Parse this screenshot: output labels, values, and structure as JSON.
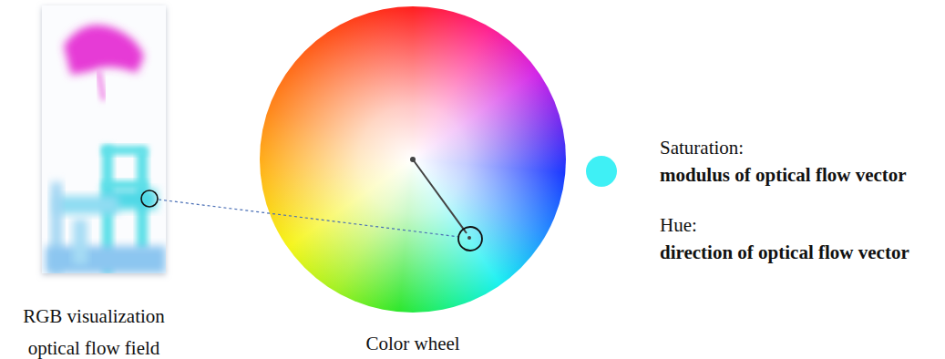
{
  "diagram": {
    "labels": [
      "RGB visualization optical flow field",
      "Color wheel",
      "Saturation:",
      "modulus of optical flow vector",
      "Hue:",
      "direction of optical flow vector"
    ]
  }
}
